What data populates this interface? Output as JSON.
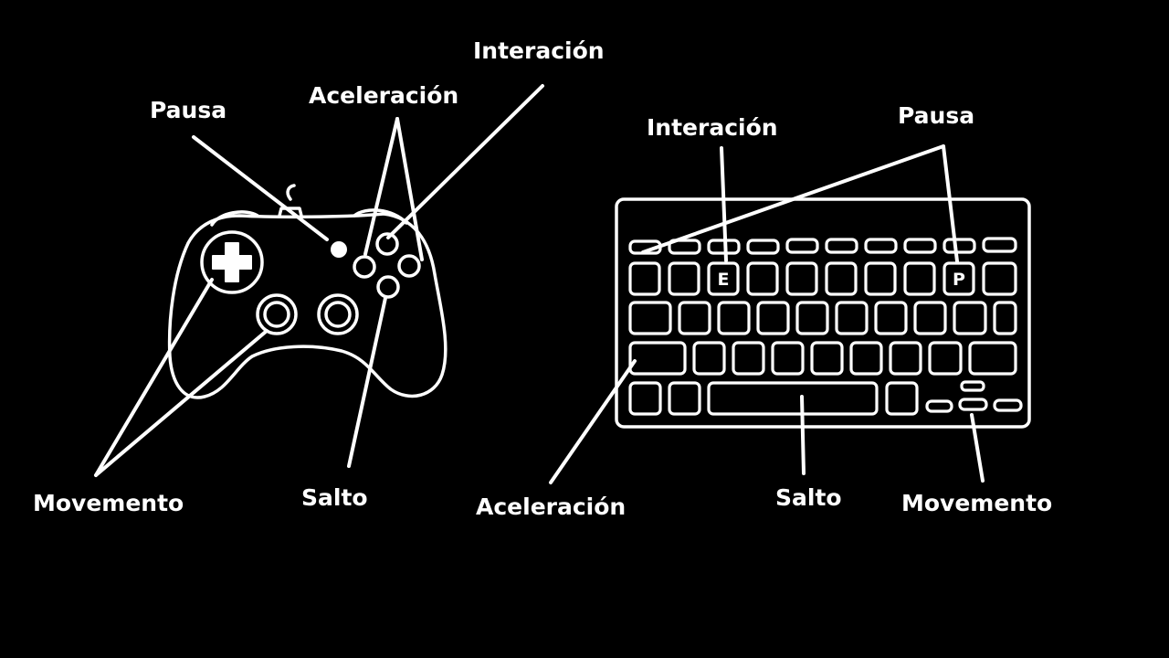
{
  "controller": {
    "labels": {
      "pause": "Pausa",
      "acceleration": "Aceleración",
      "interaction": "Interación",
      "movement": "Movemento",
      "jump": "Salto"
    }
  },
  "keyboard": {
    "labels": {
      "interaction": "Interación",
      "pause": "Pausa",
      "acceleration": "Aceleración",
      "jump": "Salto",
      "movement": "Movemento"
    },
    "key_e": "E",
    "key_p": "P"
  },
  "colors": {
    "background": "#000000",
    "ink": "#ffffff"
  }
}
